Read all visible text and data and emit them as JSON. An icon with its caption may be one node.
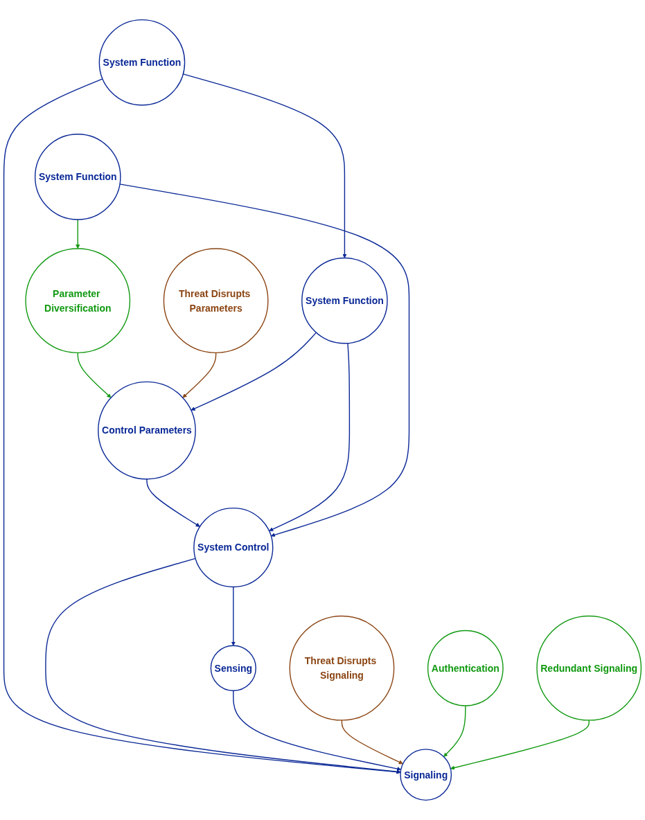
{
  "diagram": {
    "nodes": [
      {
        "text": [
          "Parameter Diversification"
        ]
      },
      {
        "text": [
          "Threat Disrupts Parameters"
        ]
      },
      {
        "text": [
          "Control Parameters"
        ]
      },
      {
        "text": [
          "System Function"
        ]
      },
      {
        "text": [
          "System Control"
        ]
      },
      {
        "text": [
          "System Function"
        ]
      },
      {
        "text": [
          "System Function"
        ]
      },
      {
        "text": [
          "Signaling"
        ]
      },
      {
        "text": [
          "Threat Disrupts Signaling"
        ]
      },
      {
        "text": [
          "Sensing"
        ]
      },
      {
        "text": [
          "Authentication"
        ]
      },
      {
        "text": [
          "Redundant Signaling"
        ]
      }
    ],
    "edges": [
      {
        "from": 0,
        "to": 2,
        "arrow": "to",
        "color": "#119911"
      },
      {
        "from": 6,
        "to": 0,
        "arrow": "to",
        "color": "#119911"
      },
      {
        "from": 1,
        "to": 2,
        "arrow": "to",
        "color": "#8b4513"
      },
      {
        "from": 2,
        "to": 4,
        "arrow": "to"
      },
      {
        "from": 3,
        "to": 2,
        "arrow": "to"
      },
      {
        "from": 3,
        "to": 4,
        "arrow": "to"
      },
      {
        "from": 5,
        "to": 3,
        "arrow": "to"
      },
      {
        "from": 5,
        "to": 7,
        "arrow": "to"
      },
      {
        "from": 6,
        "to": 4,
        "arrow": "to"
      },
      {
        "from": 4,
        "to": 7,
        "arrow": "to"
      },
      {
        "from": 4,
        "to": 9,
        "arrow": "to"
      },
      {
        "from": 9,
        "to": 7,
        "arrow": "to"
      },
      {
        "from": 8,
        "to": 7,
        "arrow": "to",
        "color": "#8b4513"
      },
      {
        "from": 10,
        "to": 7,
        "arrow": "to",
        "color": "#119911"
      },
      {
        "from": 11,
        "to": 7,
        "arrow": "to",
        "color": "#119911"
      }
    ]
  }
}
